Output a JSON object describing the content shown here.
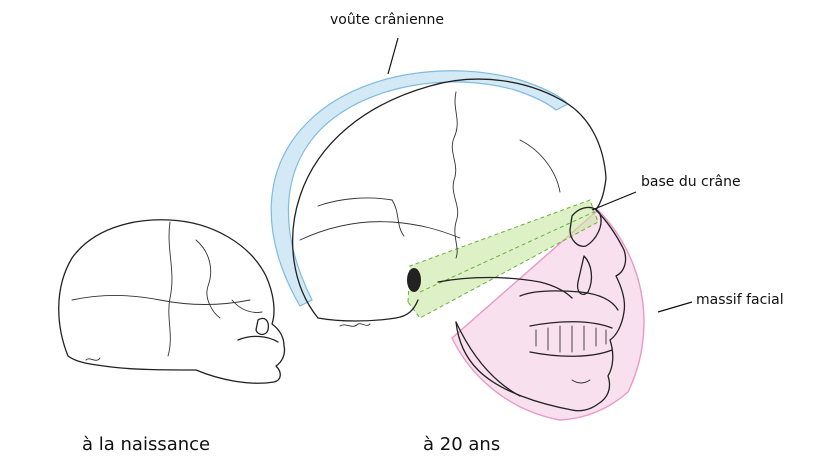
{
  "labels": {
    "vault": "voûte crânienne",
    "base": "base du crâne",
    "face": "massif facial"
  },
  "captions": {
    "newborn": "à la naissance",
    "adult": "à 20 ans"
  },
  "colors": {
    "vault_band": "#a9d4ee",
    "base_band": "#c8e6a0",
    "face_region": "#f4c6e0",
    "face_outline": "#e79ac7",
    "line": "#222222"
  }
}
